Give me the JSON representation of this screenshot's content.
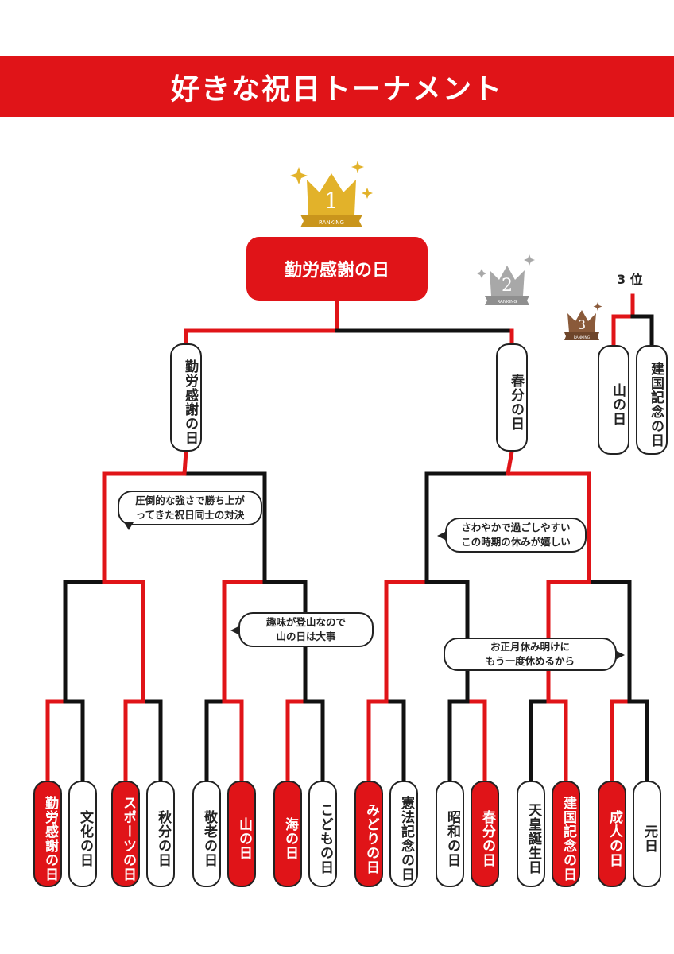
{
  "title": "好きな祝日トーナメント",
  "colors": {
    "accent": "#e01418",
    "line": "#111111",
    "gold": "#e2b22a",
    "silver": "#a8a8a8",
    "bronze": "#8a5a3a"
  },
  "rankings": {
    "first": {
      "number": "1",
      "label": "RANKING",
      "icon": "gold-crown-icon"
    },
    "second": {
      "number": "2",
      "label": "RANKING",
      "icon": "silver-crown-icon"
    },
    "third": {
      "number": "3",
      "label": "RANKING",
      "icon": "bronze-crown-icon"
    }
  },
  "champion": "勤労感謝の日",
  "semifinal": {
    "left": "勤労感謝の日",
    "right": "春分の日"
  },
  "third_place": {
    "label": "3 位",
    "left": "山の日",
    "right": "建国記念の日"
  },
  "comments": [
    "圧倒的な強さで勝ち上が\nってきた祝日同士の対決",
    "さわやかで過ごしやすい\nこの時期の休みが嬉しい",
    "趣味が登山なので\n山の日は大事",
    "お正月休み明けに\nもう一度休めるから"
  ],
  "entrants": [
    {
      "name": "勤労感謝の日",
      "winner": true
    },
    {
      "name": "文化の日",
      "winner": false
    },
    {
      "name": "スポーツの日",
      "winner": true
    },
    {
      "name": "秋分の日",
      "winner": false
    },
    {
      "name": "敬老の日",
      "winner": false
    },
    {
      "name": "山の日",
      "winner": true
    },
    {
      "name": "海の日",
      "winner": true
    },
    {
      "name": "こどもの日",
      "winner": false
    },
    {
      "name": "みどりの日",
      "winner": true
    },
    {
      "name": "憲法記念の日",
      "winner": false
    },
    {
      "name": "昭和の日",
      "winner": false
    },
    {
      "name": "春分の日",
      "winner": true
    },
    {
      "name": "天皇誕生日",
      "winner": false
    },
    {
      "name": "建国記念の日",
      "winner": true
    },
    {
      "name": "成人の日",
      "winner": true
    },
    {
      "name": "元日",
      "winner": false
    }
  ]
}
